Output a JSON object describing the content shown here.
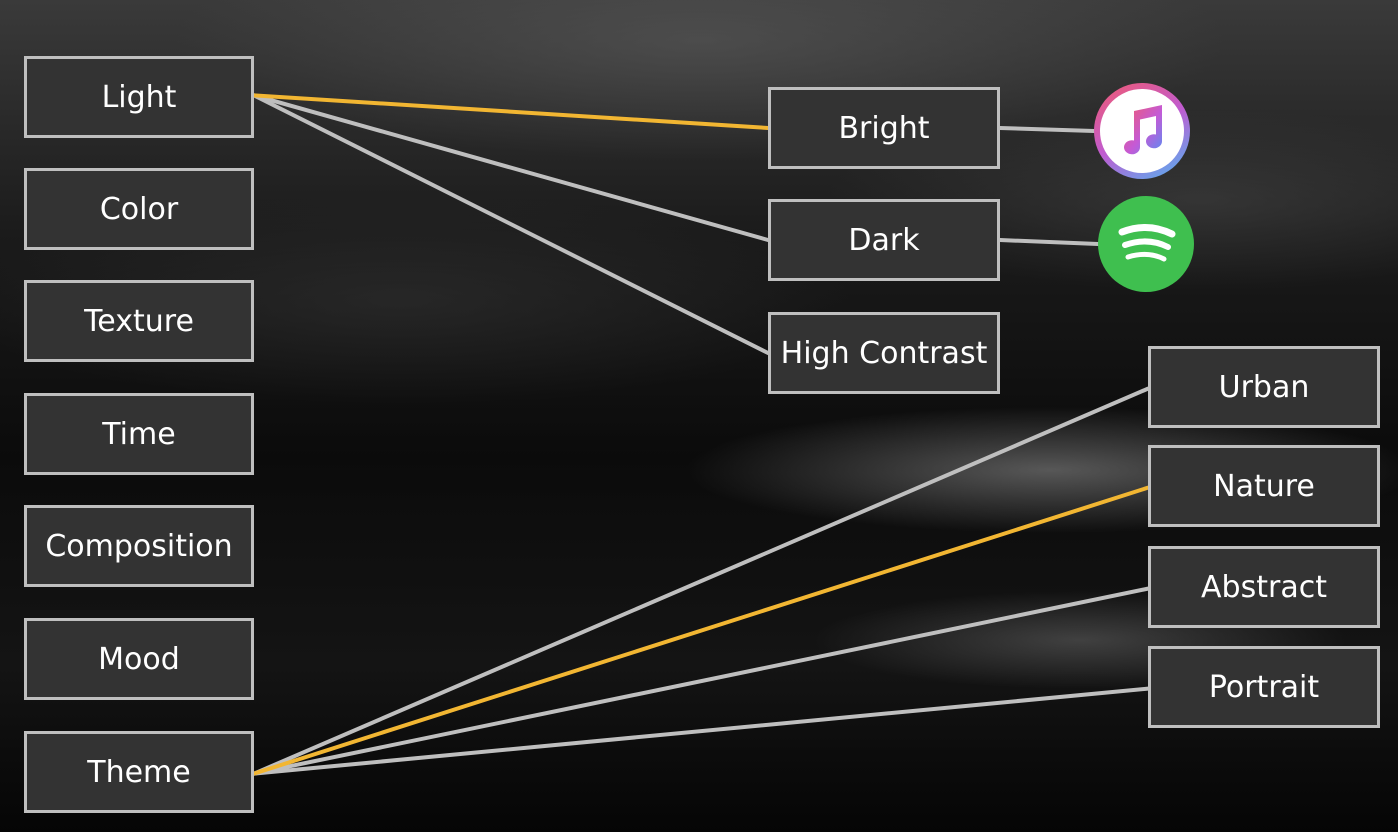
{
  "colors": {
    "line_default": "#bfbfbf",
    "line_highlight": "#f2b632",
    "box_fill": "#333333",
    "box_border": "#bfbfbf",
    "text": "#ffffff",
    "spotify_green": "#3fbf4f"
  },
  "categories": [
    {
      "id": "light",
      "label": "Light"
    },
    {
      "id": "color",
      "label": "Color"
    },
    {
      "id": "texture",
      "label": "Texture"
    },
    {
      "id": "time",
      "label": "Time"
    },
    {
      "id": "composition",
      "label": "Composition"
    },
    {
      "id": "mood",
      "label": "Mood"
    },
    {
      "id": "theme",
      "label": "Theme"
    }
  ],
  "light_options": [
    {
      "id": "bright",
      "label": "Bright"
    },
    {
      "id": "dark",
      "label": "Dark"
    },
    {
      "id": "high-contrast",
      "label": "High Contrast"
    }
  ],
  "theme_options": [
    {
      "id": "urban",
      "label": "Urban"
    },
    {
      "id": "nature",
      "label": "Nature"
    },
    {
      "id": "abstract",
      "label": "Abstract"
    },
    {
      "id": "portrait",
      "label": "Portrait"
    }
  ],
  "icons": [
    {
      "id": "apple-music",
      "name": "apple-music-icon",
      "linked_to": "bright"
    },
    {
      "id": "spotify",
      "name": "spotify-icon",
      "linked_to": "dark"
    }
  ],
  "connections": [
    {
      "from": "light",
      "to": "bright",
      "highlighted": true
    },
    {
      "from": "light",
      "to": "dark",
      "highlighted": false
    },
    {
      "from": "light",
      "to": "high-contrast",
      "highlighted": false
    },
    {
      "from": "theme",
      "to": "urban",
      "highlighted": false
    },
    {
      "from": "theme",
      "to": "nature",
      "highlighted": true
    },
    {
      "from": "theme",
      "to": "abstract",
      "highlighted": false
    },
    {
      "from": "theme",
      "to": "portrait",
      "highlighted": false
    },
    {
      "from": "bright",
      "to": "apple-music",
      "highlighted": false
    },
    {
      "from": "dark",
      "to": "spotify",
      "highlighted": false
    }
  ]
}
